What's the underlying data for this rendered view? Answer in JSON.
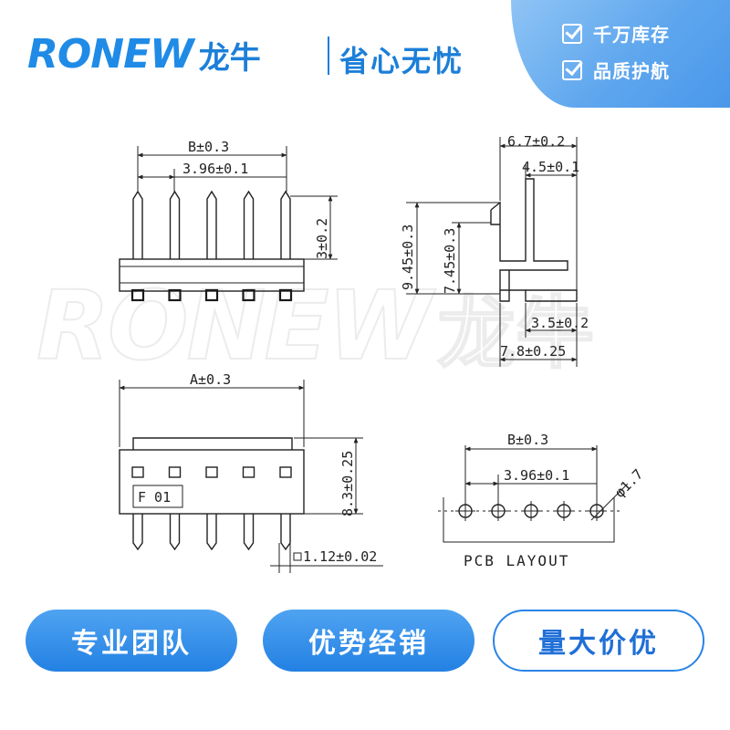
{
  "header": {
    "logo_word": "RONEW",
    "logo_cn": "龙牛",
    "slogan": "省心无忧",
    "promises": [
      "千万库存",
      "品质护航"
    ]
  },
  "colors": {
    "brand_blue": "#1c7fd8",
    "brand_red": "#e4212c",
    "panel_blue": "#5ea6ee"
  },
  "drawing": {
    "top_view": {
      "width_dim": "B±0.3",
      "pitch_dim": "3.96±0.1",
      "height_dim": "3±0.2"
    },
    "side_view": {
      "depth_dim": "6.7±0.2",
      "pin_offset_dim": "4.5±0.1",
      "total_height_dim": "9.45±0.3",
      "body_height_dim": "7.45±0.3",
      "pin_length_dim": "3.5±0.2",
      "base_dim": "7.8±0.25"
    },
    "front_view": {
      "width_dim": "A±0.3",
      "height_dim": "8.3±0.25",
      "pin_dim": "1.12±0.02",
      "marking": "F  01"
    },
    "pcb_layout": {
      "width_dim": "B±0.3",
      "pitch_dim": "3.96±0.1",
      "hole_dim": "φ1.7",
      "caption": "PCB LAYOUT"
    }
  },
  "watermark": {
    "word": "RONEW",
    "cn": "龙牛"
  },
  "badges": [
    "专业团队",
    "优势经销",
    "量大价优"
  ]
}
